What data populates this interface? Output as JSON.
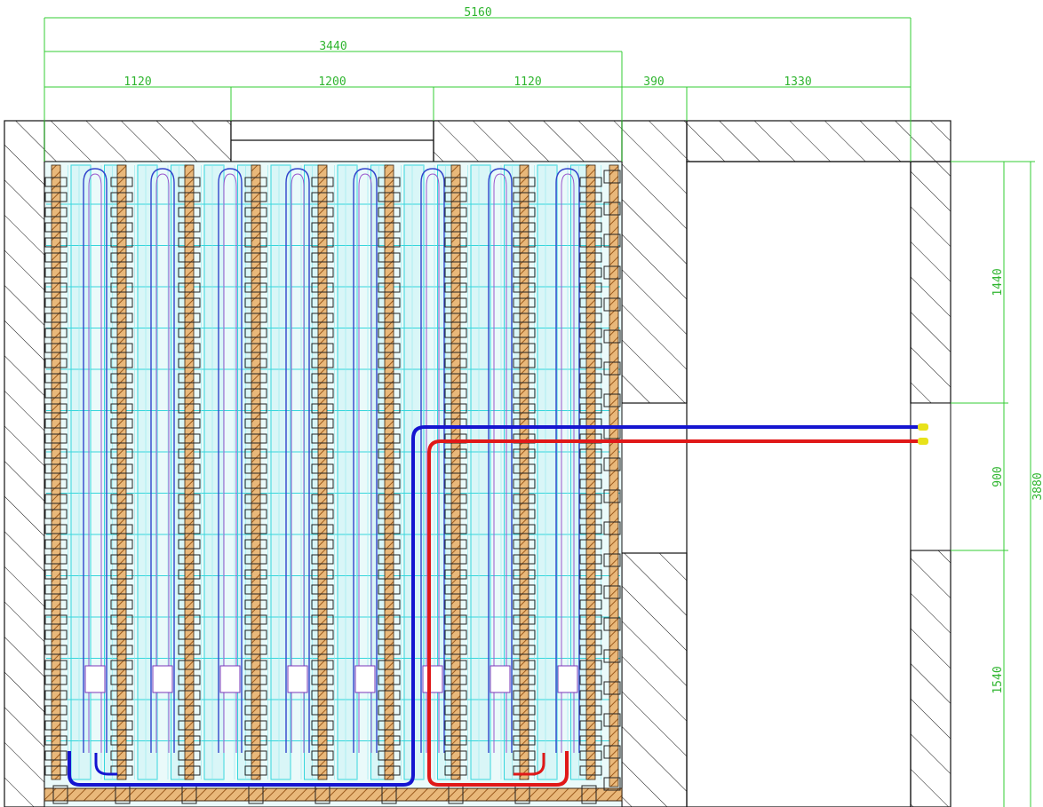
{
  "dimensions": {
    "top_total": "5160",
    "top_room": "3440",
    "seg_left": "1120",
    "seg_center": "1200",
    "seg_right": "1120",
    "seg_passage": "390",
    "seg_space": "1330",
    "right_top": "1440",
    "right_mid": "900",
    "right_bottom": "1540",
    "right_total": "3880"
  },
  "colors": {
    "dimension": "#33cc33",
    "pipe_supply": "#1515d0",
    "pipe_return": "#e01818",
    "grid": "#35d6dc",
    "panel_fill": "#d9f6f7",
    "timber": "#c98a45",
    "wall": "#111111"
  }
}
